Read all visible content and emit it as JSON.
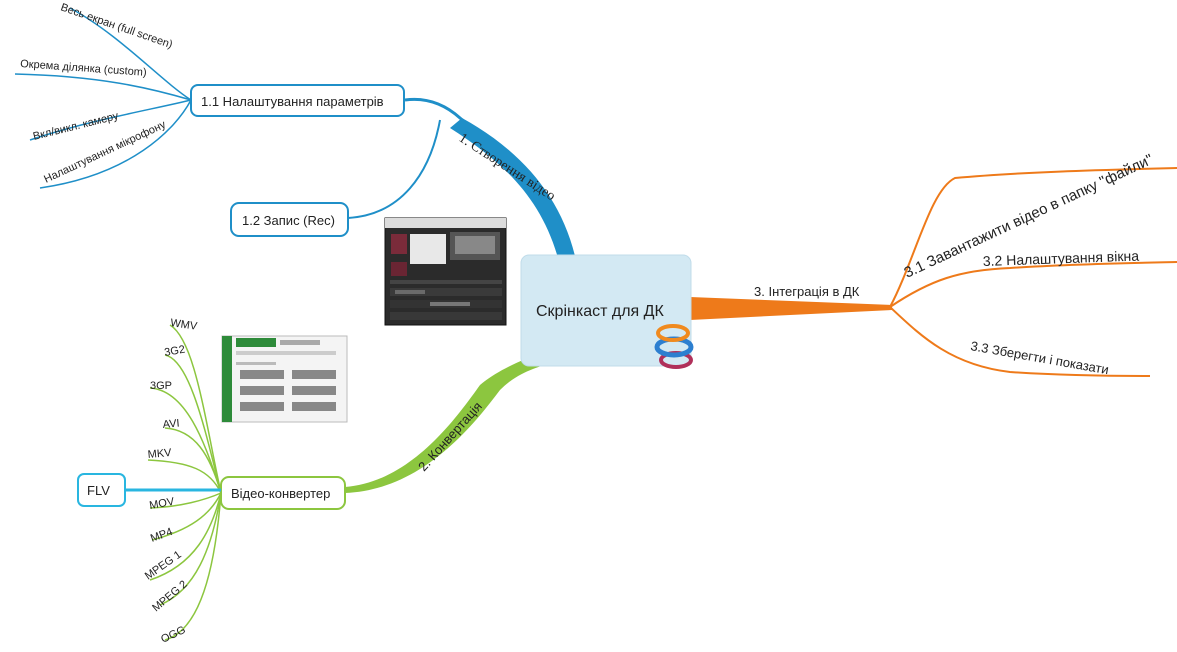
{
  "central": {
    "label": "Скрінкаст для ДК"
  },
  "branch1": {
    "label": "1. Створення відео",
    "sub1": {
      "label": "1.1 Налаштування параметрів",
      "leaves": [
        "Весь екран (full screen)",
        "Окрема ділянка (custom)",
        "Вкл/викл. камеру",
        "Налаштування мікрофону"
      ]
    },
    "sub2": {
      "label": "1.2 Запис (Rec)"
    }
  },
  "branch2": {
    "label": "2. Конвертація",
    "sub": {
      "label": "Відео-конвертер",
      "formats": [
        "WMV",
        "3G2",
        "3GP",
        "AVI",
        "MKV",
        "FLV",
        "MOV",
        "MP4",
        "MPEG 1",
        "MPEG 2",
        "OGG"
      ]
    }
  },
  "branch3": {
    "label": "3. Інтеграція в ДК",
    "leaves": [
      "3.1 Завантажити відео в папку \"файли\"",
      "3.2 Налаштування вікна",
      "3.3 Зберегти і показати"
    ]
  },
  "colors": {
    "blue": "#1f8fc8",
    "green": "#8cc63f",
    "orange": "#ee7a1a",
    "cyan": "#29b6e0",
    "central_fill": "#d3e9f3"
  }
}
